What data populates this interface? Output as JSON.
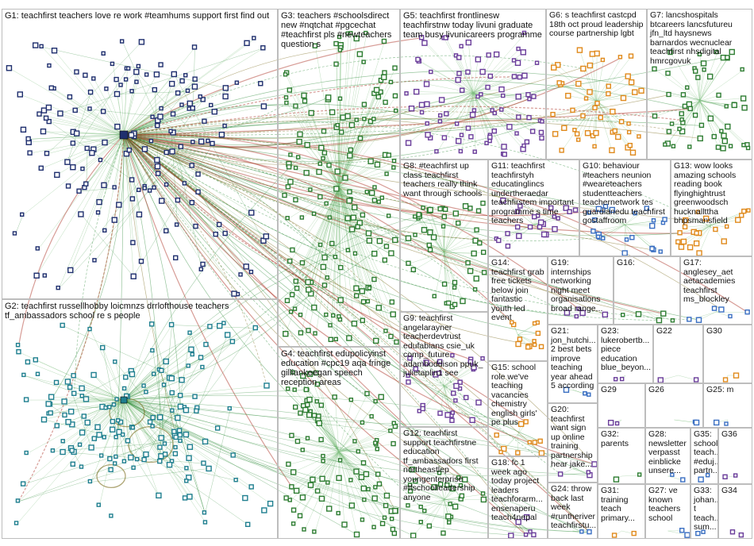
{
  "groups": [
    {
      "id": "G1",
      "label": "G1: teachfirst teachers love re work #teamhums support first find out"
    },
    {
      "id": "G2",
      "label": "G2: teachfirst russellhobby loicmnzs drrlofthouse teachers tf_ambassadors school re s people"
    },
    {
      "id": "G3",
      "label": "G3: teachers #schoolsdirect new #nqtchat #pgcechat #teachfirst pls #newteachers question s"
    },
    {
      "id": "G4",
      "label": "G4: teachfirst edupolicyinst education #cpc19 aqa fringe gilliankeegan speech reception areas"
    },
    {
      "id": "G5",
      "label": "G5: teachfirst frontlinesw teachfirstnw today livuni graduate team busy livunicareers programme"
    },
    {
      "id": "G6",
      "label": "G6: s teachfirst castcpd 18th oct proud leadership course partnership lgbt"
    },
    {
      "id": "G7",
      "label": "G7: lancshospitals btcareers lancsfutureu jfn_ltd haysnews barnardos wecnuclear teachfirst nhsdigital hmrcgovuk"
    },
    {
      "id": "G8",
      "label": "G8: #teachfirst up class teachfirst teachers really think want through schools"
    },
    {
      "id": "G9",
      "label": "G9: teachfirst angelarayner teacherdevtrust edufabians csie_uk comp_future adamboddison ppuk_ julietaplin1 see"
    },
    {
      "id": "G10",
      "label": "G10: behaviour #teachers neunion #weareteachers studentteachers teachernetwork tes guardianedu teachfirst gostaffroom"
    },
    {
      "id": "G11",
      "label": "G11: teachfirst teachfirstyh educatinglincs undertheraedar teachfirstem important programme s time teachers"
    },
    {
      "id": "G12",
      "label": "G12: teachfirst support teachfirstne education tf_ambassadors first northeastlep youngenterprise #tfschoolleadership anyone"
    },
    {
      "id": "G13",
      "label": "G13: wow looks amazing schools reading book flyinghightrust greenwoodsch hucknallttha bhpsmansfield"
    },
    {
      "id": "G14",
      "label": "G14: teachfirst grab free tickets below join fantastic youth led event"
    },
    {
      "id": "G15",
      "label": "G15: school role we've teaching vacancies chemistry english girls' pe plus"
    },
    {
      "id": "G16",
      "label": "G16:"
    },
    {
      "id": "G17",
      "label": "G17: anglesey_aet aetacademies teachfirst ms_blockley"
    },
    {
      "id": "G18",
      "label": "G18: fc 1 week ago today project leaders teachforarm... ensenaperu teach4nepal"
    },
    {
      "id": "G19",
      "label": "G19: internships networking night meet organisations broad range..."
    },
    {
      "id": "G20",
      "label": "G20: teachfirst want sign up online training partnership hear jake..."
    },
    {
      "id": "G21",
      "label": "G21: jon_hutchi... 2 best bets improve teaching year ahead 5 according"
    },
    {
      "id": "G22",
      "label": "G22"
    },
    {
      "id": "G23",
      "label": "G23: lukerobertb... piece education blue_beyon..."
    },
    {
      "id": "G24",
      "label": "G24: throw back last week #runtheriver teachfirstu..."
    },
    {
      "id": "G25",
      "label": "G25: m"
    },
    {
      "id": "G26",
      "label": "G26"
    },
    {
      "id": "G27",
      "label": "G27: ve known teachers school"
    },
    {
      "id": "G28",
      "label": "G28: newsletter verpasst einblicke unsere..."
    },
    {
      "id": "G29",
      "label": "G29"
    },
    {
      "id": "G30",
      "label": "G30"
    },
    {
      "id": "G31",
      "label": "G31: training teach primary..."
    },
    {
      "id": "G32",
      "label": "G32: parents"
    },
    {
      "id": "G33",
      "label": "G33: johan... t teach... sum..."
    },
    {
      "id": "G34",
      "label": "G34"
    },
    {
      "id": "G35",
      "label": "G35: school teach... #eduj... partn..."
    },
    {
      "id": "G36",
      "label": "G36"
    }
  ],
  "colors": {
    "panel_border": "#bdbdbd",
    "edge_green": "#2e8b3a",
    "edge_light": "#7fbf7f",
    "edge_red": "#b03a2e",
    "edge_olive": "#7a6a1a",
    "node_navy": "#1f2f6e",
    "node_green": "#2e7d32",
    "node_teal": "#1f7f8f",
    "node_orange": "#e08a1c",
    "node_purple": "#6a3d9a",
    "node_blue": "#3a6fc2"
  }
}
